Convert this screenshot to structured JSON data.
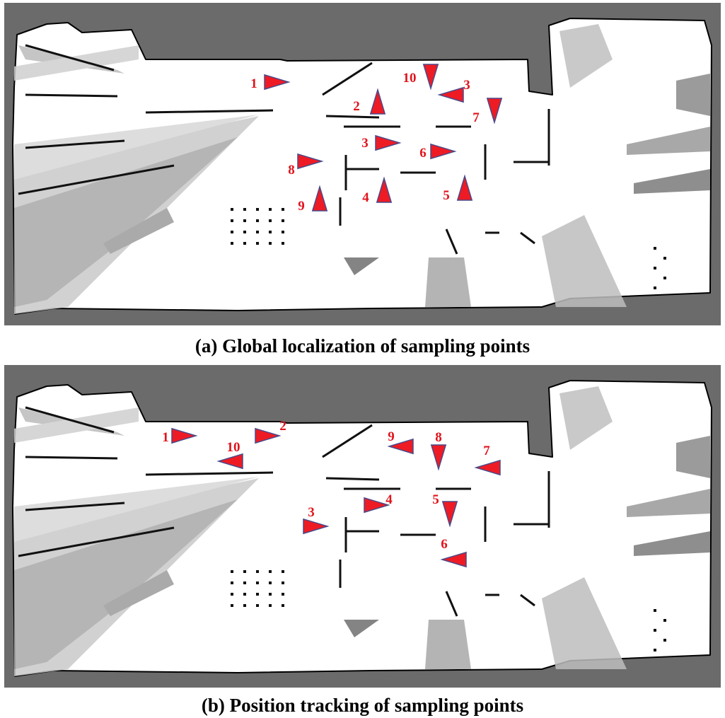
{
  "colors": {
    "unknown": "#6b6b6b",
    "free": "#ffffff",
    "shadow": "#9a9a9a",
    "wall": "#111111",
    "marker_fill": "#ee1b24",
    "marker_stroke": "#4a4a8a",
    "label": "#e0141c"
  },
  "panels": [
    {
      "caption": "(a) Global localization of sampling points",
      "markers": [
        {
          "label": "1",
          "dir": "right"
        },
        {
          "label": "2",
          "dir": "up"
        },
        {
          "label": "3",
          "dir": "left"
        },
        {
          "label": "3",
          "dir": "right"
        },
        {
          "label": "4",
          "dir": "up"
        },
        {
          "label": "5",
          "dir": "up"
        },
        {
          "label": "6",
          "dir": "right"
        },
        {
          "label": "7",
          "dir": "down"
        },
        {
          "label": "8",
          "dir": "right"
        },
        {
          "label": "9",
          "dir": "up"
        },
        {
          "label": "10",
          "dir": "down"
        }
      ]
    },
    {
      "caption": "(b) Position tracking of sampling points",
      "markers": [
        {
          "label": "1",
          "dir": "right"
        },
        {
          "label": "2",
          "dir": "right"
        },
        {
          "label": "3",
          "dir": "right"
        },
        {
          "label": "4",
          "dir": "right"
        },
        {
          "label": "5",
          "dir": "down"
        },
        {
          "label": "6",
          "dir": "left"
        },
        {
          "label": "7",
          "dir": "left"
        },
        {
          "label": "8",
          "dir": "down"
        },
        {
          "label": "9",
          "dir": "left"
        },
        {
          "label": "10",
          "dir": "left"
        }
      ]
    }
  ]
}
